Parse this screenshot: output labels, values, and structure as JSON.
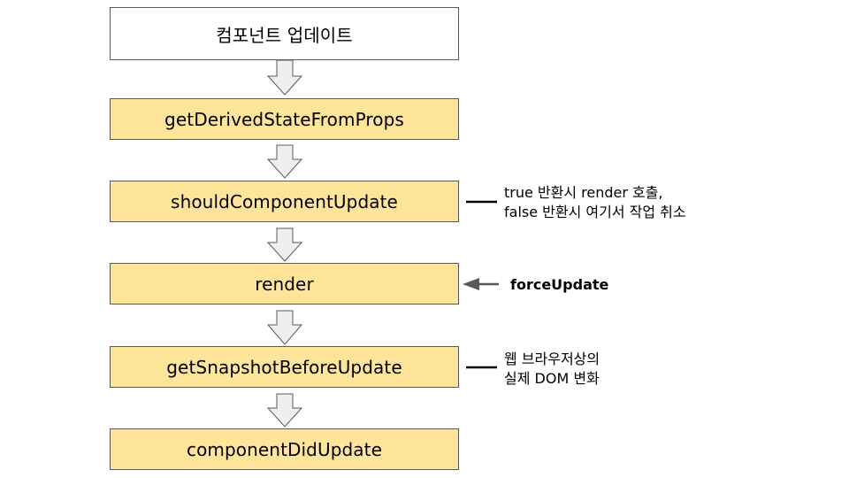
{
  "flow": {
    "start": "컴포넌트 업데이트",
    "steps": [
      "getDerivedStateFromProps",
      "shouldComponentUpdate",
      "render",
      "getSnapshotBeforeUpdate",
      "componentDidUpdate"
    ]
  },
  "notes": {
    "should_update_line1": "true 반환시 render 호출,",
    "should_update_line2": "false 반환시 여기서 작업 취소",
    "force_update": "forceUpdate",
    "snapshot_line1": "웹 브라우저상의",
    "snapshot_line2": "실제 DOM 변화"
  },
  "colors": {
    "step_fill": "#ffe599",
    "start_fill": "#ffffff",
    "border": "#595959",
    "arrow_fill": "#efefef",
    "arrow_stroke": "#595959"
  }
}
